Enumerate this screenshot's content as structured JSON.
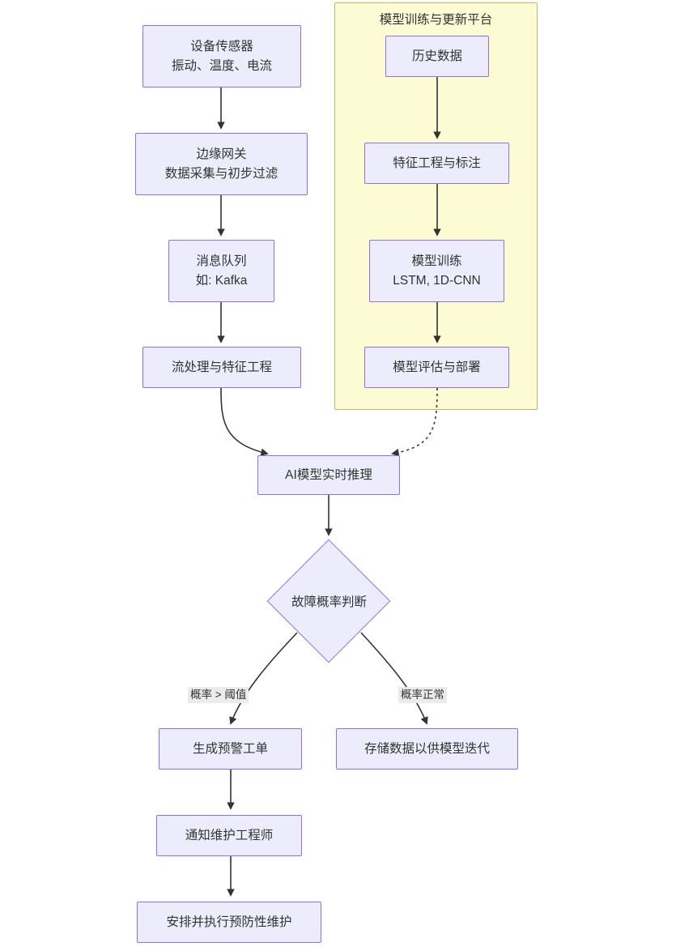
{
  "diagram": {
    "type": "flowchart",
    "direction": "top-down",
    "title_visible": false,
    "subgraphs": [
      {
        "id": "training-platform",
        "label": "模型训练与更新平台",
        "fill": "#fdfbd4",
        "stroke": "#bdb76b"
      }
    ],
    "node_style": {
      "fill": "#ececfd",
      "stroke": "#9370db",
      "text": "#333333"
    },
    "nodes": [
      {
        "id": "sensor",
        "line1": "设备传感器",
        "line2": "振动、温度、电流"
      },
      {
        "id": "gateway",
        "line1": "边缘网关",
        "line2": "数据采集与初步过滤"
      },
      {
        "id": "queue",
        "line1": "消息队列",
        "line2": "如: Kafka"
      },
      {
        "id": "stream",
        "line1": "流处理与特征工程",
        "line2": ""
      },
      {
        "id": "history",
        "line1": "历史数据",
        "line2": ""
      },
      {
        "id": "feature",
        "line1": "特征工程与标注",
        "line2": ""
      },
      {
        "id": "train",
        "line1": "模型训练",
        "line2": "LSTM, 1D-CNN"
      },
      {
        "id": "deploy",
        "line1": "模型评估与部署",
        "line2": ""
      },
      {
        "id": "inference",
        "line1": "AI模型实时推理",
        "line2": ""
      },
      {
        "id": "decision",
        "line1": "故障概率判断",
        "line2": "",
        "shape": "diamond"
      },
      {
        "id": "alert",
        "line1": "生成预警工单",
        "line2": ""
      },
      {
        "id": "store",
        "line1": "存储数据以供模型迭代",
        "line2": ""
      },
      {
        "id": "notify",
        "line1": "通知维护工程师",
        "line2": ""
      },
      {
        "id": "maintain",
        "line1": "安排并执行预防性维护",
        "line2": ""
      }
    ],
    "edge_labels": [
      {
        "id": "label-above-threshold",
        "text": "概率 > 阈值"
      },
      {
        "id": "label-normal",
        "text": "概率正常"
      }
    ]
  }
}
